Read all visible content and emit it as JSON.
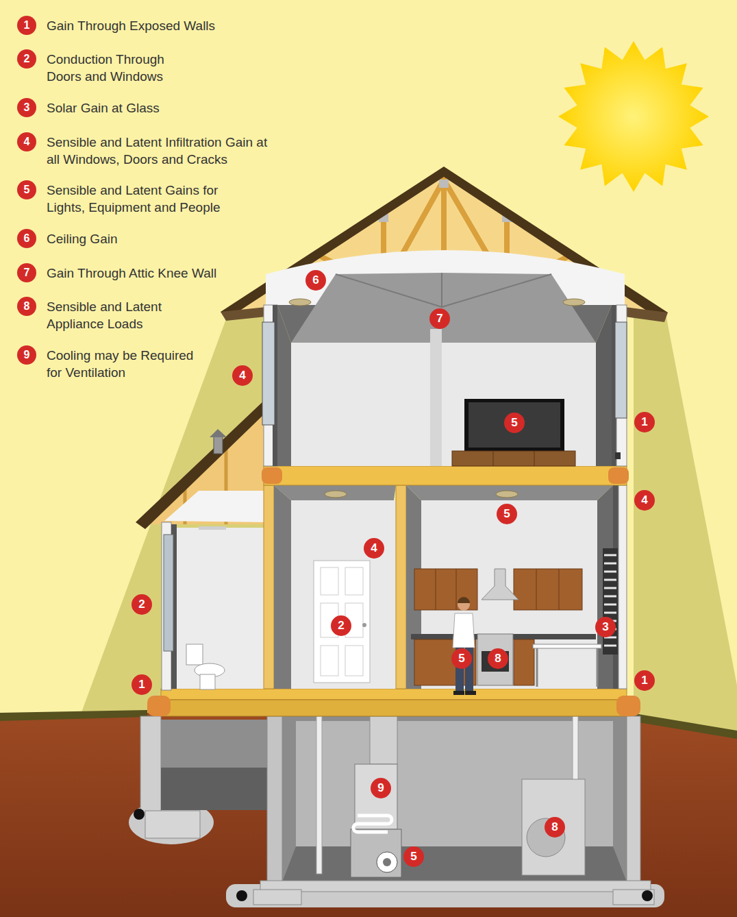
{
  "diagram": {
    "labels": [
      "1",
      "Gain Through Exposed Walls",
      "2",
      "Conduction Through Doors and Windows",
      "3",
      "Solar Gain at Glass",
      "4",
      "Sensible and Latent Infiltration Gain at all Windows, Doors and Cracks",
      "5",
      "Sensible and Latent Gains for Lights, Equipment and People",
      "6",
      "Ceiling Gain",
      "7",
      "Gain Through Attic Knee Wall",
      "8",
      "Sensible and Latent Appliance Loads",
      "9",
      "Cooling may be Required for Ventilation",
      "6",
      "7",
      "4",
      "5",
      "1",
      "4",
      "5",
      "4",
      "2",
      "2",
      "3",
      "5",
      "8",
      "1",
      "1",
      "9",
      "8",
      "5"
    ]
  }
}
